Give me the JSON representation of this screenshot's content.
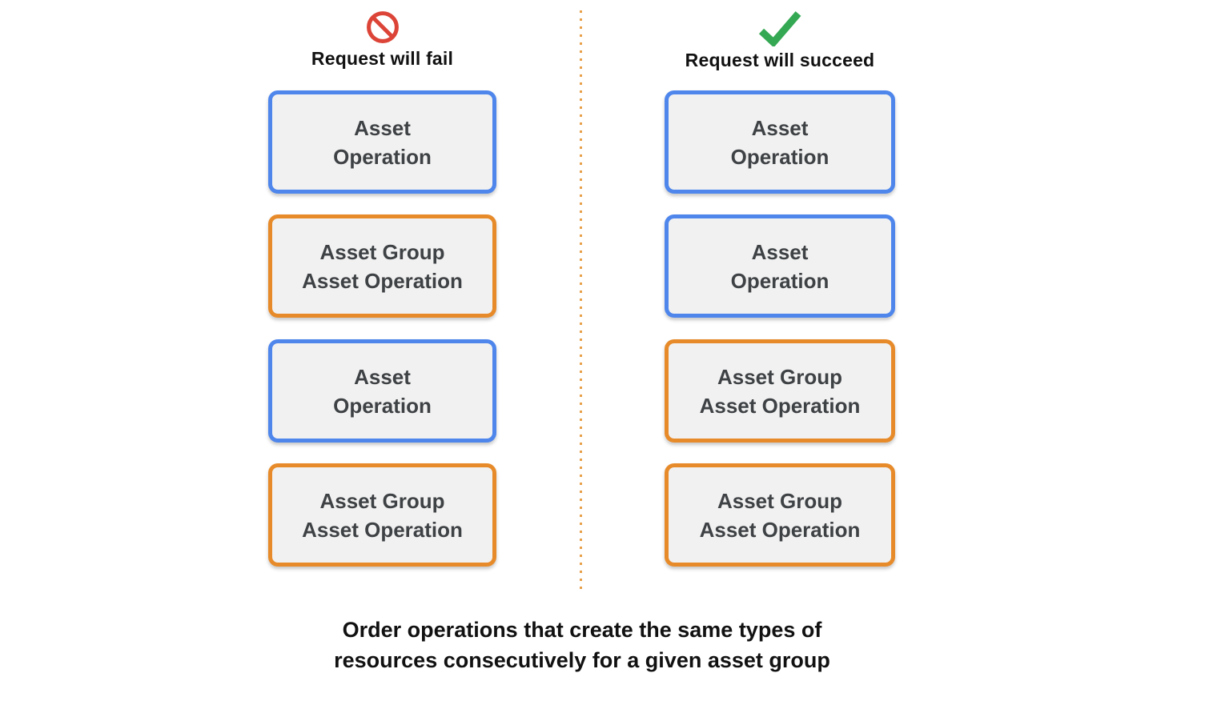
{
  "columns": [
    {
      "id": "fail",
      "icon": "prohibited-icon",
      "title": "Request will fail",
      "boxes": [
        {
          "label": "Asset\nOperation",
          "type": "asset-operation",
          "color": "#4E86EC"
        },
        {
          "label": "Asset Group\nAsset Operation",
          "type": "asset-group-asset-operation",
          "color": "#E78B2A"
        },
        {
          "label": "Asset\nOperation",
          "type": "asset-operation",
          "color": "#4E86EC"
        },
        {
          "label": "Asset Group\nAsset Operation",
          "type": "asset-group-asset-operation",
          "color": "#E78B2A"
        }
      ]
    },
    {
      "id": "succeed",
      "icon": "check-icon",
      "title": "Request will succeed",
      "boxes": [
        {
          "label": "Asset\nOperation",
          "type": "asset-operation",
          "color": "#4E86EC"
        },
        {
          "label": "Asset\nOperation",
          "type": "asset-operation",
          "color": "#4E86EC"
        },
        {
          "label": "Asset Group\nAsset Operation",
          "type": "asset-group-asset-operation",
          "color": "#E78B2A"
        },
        {
          "label": "Asset Group\nAsset Operation",
          "type": "asset-group-asset-operation",
          "color": "#E78B2A"
        }
      ]
    }
  ],
  "caption": "Order operations that create the same types of\nresources consecutively for a given asset group",
  "colors": {
    "blue_border": "#4E86EC",
    "orange_border": "#E78B2A",
    "box_fill": "#F1F1F1",
    "box_text": "#3F4245",
    "fail_red": "#DC4437",
    "success_green": "#34A853",
    "divider_dots": "#E8A04A"
  }
}
